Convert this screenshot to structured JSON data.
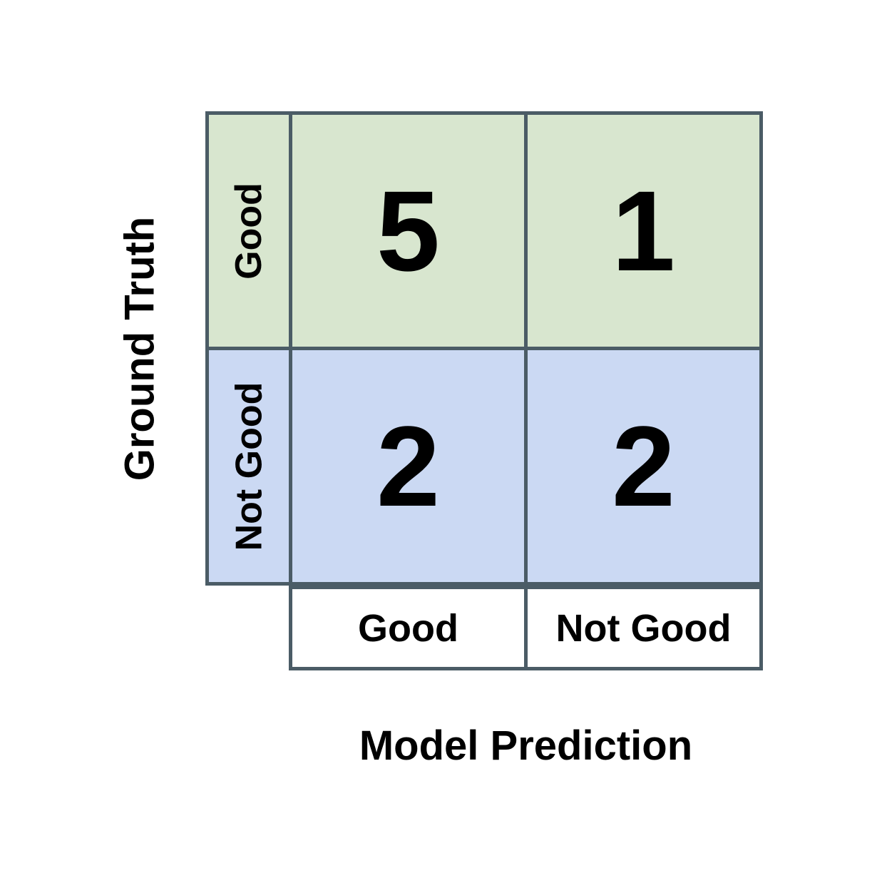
{
  "colors": {
    "good_row_bg": "#d8e6cf",
    "not_good_row_bg": "#cbd9f3",
    "grid_border": "#4b5c66",
    "header_cell_bg": "#ffffff",
    "text": "#000000",
    "page_background": "#ffffff"
  },
  "chart_data": {
    "type": "heatmap",
    "subtype": "confusion-matrix",
    "xlabel": "Model Prediction",
    "ylabel": "Ground Truth",
    "x_categories": [
      "Good",
      "Not Good"
    ],
    "y_categories": [
      "Good",
      "Not Good"
    ],
    "values": [
      [
        5,
        1
      ],
      [
        2,
        2
      ]
    ],
    "layout": {
      "legend": "none",
      "grid": "on",
      "row_colors": [
        "#d8e6cf",
        "#cbd9f3"
      ]
    }
  }
}
